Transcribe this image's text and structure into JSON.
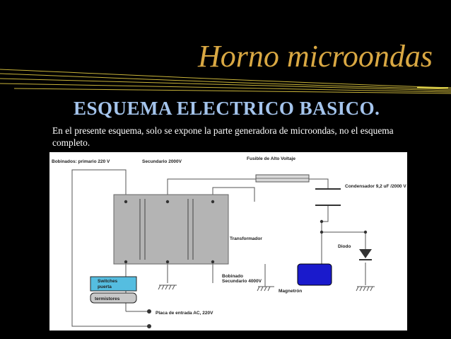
{
  "slide": {
    "title": "Horno microondas",
    "subtitle": "ESQUEMA ELECTRICO BASICO.",
    "description": "En el presente esquema, solo se expone la parte generadora de microondas, no el esquema completo."
  },
  "diagram": {
    "labels": {
      "bobinados": "Bobinados: primario 220 V",
      "secundario": "Secundario 2000V",
      "fusible": "Fusible de Alto Voltaje",
      "condensador": "Condensador 9,2 uF /2000 V",
      "transformador": "Transformador",
      "diodo": "Diodo",
      "bobinado_sec_1": "Bobinado",
      "bobinado_sec_2": "Secundario 4000V",
      "magnetron": "Magnetrón",
      "switches_1": "Switches",
      "switches_2": "puerta",
      "termistores": "termistores",
      "placa": "Placa de entrada AC, 220V"
    }
  },
  "colors": {
    "background": "#000000",
    "title": "#d9a843",
    "subtitle": "#a4c4ec",
    "accent_line": "#c9b43a",
    "transformer": "#b4b4b4",
    "magnetron": "#1a1acc",
    "switch_box": "#55bde0"
  }
}
